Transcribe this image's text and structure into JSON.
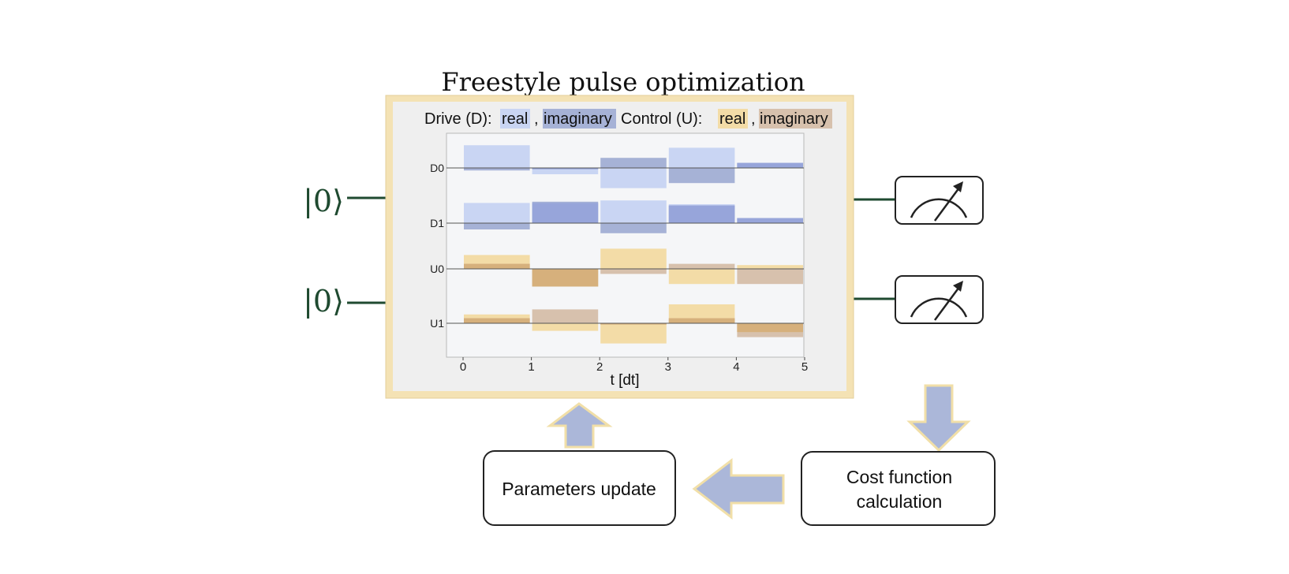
{
  "title": "Freestyle pulse optimization",
  "qubits": [
    {
      "state_label": "|0⟩"
    },
    {
      "state_label": "|0⟩"
    }
  ],
  "legend": {
    "drive_prefix": "Drive (D):",
    "control_prefix": "Control (U):",
    "separator": ",",
    "entries": [
      {
        "key": "drive_real",
        "label": "real"
      },
      {
        "key": "drive_imag",
        "label": "imaginary"
      },
      {
        "key": "control_real",
        "label": "real"
      },
      {
        "key": "control_imag",
        "label": "imaginary"
      }
    ]
  },
  "colors": {
    "drive_real": "#c9d5f3",
    "drive_imag": "#a6b2d6",
    "drive_overlap": "#97a5da",
    "control_real": "#f3dca7",
    "control_imag": "#d7c1ad",
    "control_overlap": "#d6b07c",
    "frame": "#f4e2b4",
    "panel": "#efefef",
    "plot_bg": "#f5f6f8",
    "wire": "#1f4a30",
    "arrow_fill": "#abb7d9",
    "arrow_stroke": "#f1dfa8"
  },
  "chart_data": {
    "type": "bar",
    "xlabel": "t [dt]",
    "xlim": [
      0,
      5
    ],
    "x_ticks": [
      0,
      1,
      2,
      3,
      4,
      5
    ],
    "channels": [
      {
        "name": "D0",
        "kind": "drive",
        "real": [
          0.9,
          -0.25,
          -0.8,
          0.8,
          0.2
        ],
        "imag": [
          -0.1,
          -0.05,
          0.4,
          -0.6,
          0.2
        ]
      },
      {
        "name": "D1",
        "kind": "drive",
        "real": [
          0.8,
          0.8,
          0.9,
          0.75,
          0.2
        ],
        "imag": [
          -0.25,
          0.85,
          -0.4,
          0.7,
          0.2
        ]
      },
      {
        "name": "U0",
        "kind": "control",
        "real": [
          0.55,
          -0.7,
          0.8,
          -0.6,
          0.15
        ],
        "imag": [
          0.2,
          -0.7,
          -0.2,
          0.2,
          -0.6
        ]
      },
      {
        "name": "U1",
        "kind": "control",
        "real": [
          0.35,
          -0.3,
          -0.8,
          0.75,
          -0.35
        ],
        "imag": [
          0.2,
          0.55,
          -0.05,
          0.2,
          -0.55
        ]
      }
    ]
  },
  "boxes": {
    "params": [
      "Parameters update"
    ],
    "cost": [
      "Cost function",
      "calculation"
    ]
  },
  "icons": {
    "measure": "measurement-meter-icon",
    "arrow_down": "arrow-down-icon",
    "arrow_left": "arrow-left-icon",
    "arrow_up": "arrow-up-icon"
  }
}
